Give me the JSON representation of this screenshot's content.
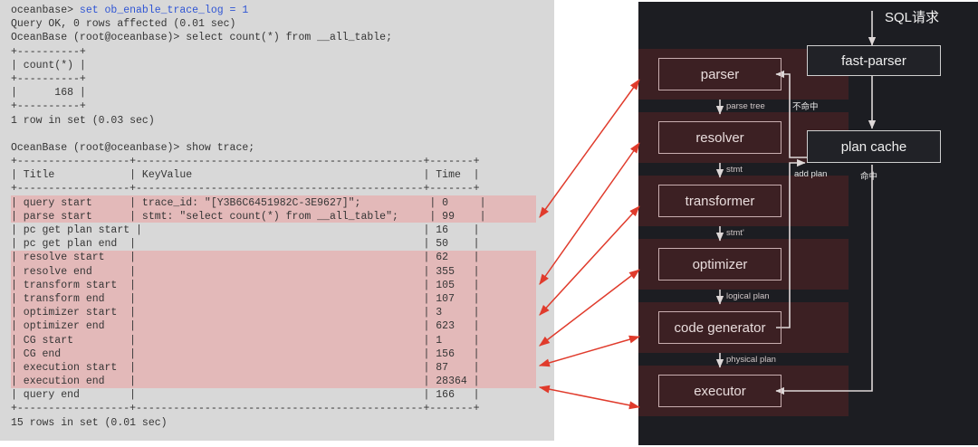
{
  "terminal": {
    "background_color": "#d8d8d8",
    "text_color": "#353535",
    "highlight_color": "#e3b9b9",
    "command_color": "#2f55d4",
    "lines": [
      {
        "pre": "oceanbase> ",
        "cmd": "set ob_enable_trace_log = 1"
      },
      {
        "pre": "Query OK, 0 rows affected (0.01 sec)",
        "cmd": ""
      },
      {
        "pre": "OceanBase (root@oceanbase)> select count(*) from __all_table;",
        "cmd": ""
      },
      {
        "pre": "+----------+",
        "cmd": ""
      },
      {
        "pre": "| count(*) |",
        "cmd": ""
      },
      {
        "pre": "+----------+",
        "cmd": ""
      },
      {
        "pre": "|      168 |",
        "cmd": ""
      },
      {
        "pre": "+----------+",
        "cmd": ""
      },
      {
        "pre": "1 row in set (0.03 sec)",
        "cmd": ""
      },
      {
        "pre": "",
        "cmd": ""
      },
      {
        "pre": "OceanBase (root@oceanbase)> show trace;",
        "cmd": ""
      },
      {
        "pre": "+------------------+----------------------------------------------+-------+",
        "cmd": ""
      },
      {
        "pre": "| Title            | KeyValue                                     | Time  |",
        "cmd": ""
      },
      {
        "pre": "+------------------+----------------------------------------------+-------+",
        "cmd": ""
      },
      {
        "pre": "| query start      | trace_id: \"[Y3B6C6451982C-3E9627]\";           | 0     |",
        "cmd": ""
      },
      {
        "pre": "| parse start      | stmt: \"select count(*) from __all_table\";     | 99    |",
        "cmd": ""
      },
      {
        "pre": "| pc get plan start |                                             | 16    |",
        "cmd": ""
      },
      {
        "pre": "| pc get plan end  |                                              | 50    |",
        "cmd": ""
      },
      {
        "pre": "| resolve start    |                                              | 62    |",
        "cmd": ""
      },
      {
        "pre": "| resolve end      |                                              | 355   |",
        "cmd": ""
      },
      {
        "pre": "| transform start  |                                              | 105   |",
        "cmd": ""
      },
      {
        "pre": "| transform end    |                                              | 107   |",
        "cmd": ""
      },
      {
        "pre": "| optimizer start  |                                              | 3     |",
        "cmd": ""
      },
      {
        "pre": "| optimizer end    |                                              | 623   |",
        "cmd": ""
      },
      {
        "pre": "| CG start         |                                              | 1     |",
        "cmd": ""
      },
      {
        "pre": "| CG end           |                                              | 156   |",
        "cmd": ""
      },
      {
        "pre": "| execution start  |                                              | 87    |",
        "cmd": ""
      },
      {
        "pre": "| execution end    |                                              | 28364 |",
        "cmd": ""
      },
      {
        "pre": "| query end        |                                              | 166   |",
        "cmd": ""
      },
      {
        "pre": "+------------------+----------------------------------------------+-------+",
        "cmd": ""
      },
      {
        "pre": "15 rows in set (0.01 sec)",
        "cmd": ""
      }
    ],
    "trace_table": {
      "columns": [
        "Title",
        "KeyValue",
        "Time"
      ],
      "rows": [
        {
          "title": "query start",
          "keyvalue": "trace_id: \"[Y3B6C6451982C-3E9627]\";",
          "time": "0",
          "highlighted": true
        },
        {
          "title": "parse start",
          "keyvalue": "stmt: \"select count(*) from __all_table\";",
          "time": "99",
          "highlighted": true
        },
        {
          "title": "pc get plan start",
          "keyvalue": "",
          "time": "16",
          "highlighted": false
        },
        {
          "title": "pc get plan end",
          "keyvalue": "",
          "time": "50",
          "highlighted": false
        },
        {
          "title": "resolve start",
          "keyvalue": "",
          "time": "62",
          "highlighted": true
        },
        {
          "title": "resolve end",
          "keyvalue": "",
          "time": "355",
          "highlighted": true
        },
        {
          "title": "transform start",
          "keyvalue": "",
          "time": "105",
          "highlighted": true
        },
        {
          "title": "transform end",
          "keyvalue": "",
          "time": "107",
          "highlighted": true
        },
        {
          "title": "optimizer start",
          "keyvalue": "",
          "time": "3",
          "highlighted": true
        },
        {
          "title": "optimizer end",
          "keyvalue": "",
          "time": "623",
          "highlighted": true
        },
        {
          "title": "CG start",
          "keyvalue": "",
          "time": "1",
          "highlighted": true
        },
        {
          "title": "CG end",
          "keyvalue": "",
          "time": "156",
          "highlighted": true
        },
        {
          "title": "execution start",
          "keyvalue": "",
          "time": "87",
          "highlighted": true
        },
        {
          "title": "execution end",
          "keyvalue": "",
          "time": "28364",
          "highlighted": true
        },
        {
          "title": "query end",
          "keyvalue": "",
          "time": "166",
          "highlighted": false
        }
      ]
    }
  },
  "diagram": {
    "background_color": "#1c1d22",
    "band_color": "#3c2023",
    "box_border_color": "#c9aeb0",
    "dark_box_bg": "#212227",
    "entry_label": "SQL请求",
    "stages": [
      {
        "id": "parser",
        "label": "parser"
      },
      {
        "id": "resolver",
        "label": "resolver"
      },
      {
        "id": "transformer",
        "label": "transformer"
      },
      {
        "id": "optimizer",
        "label": "optimizer"
      },
      {
        "id": "code-generator",
        "label": "code generator"
      },
      {
        "id": "executor",
        "label": "executor"
      }
    ],
    "right_boxes": [
      {
        "id": "fast-parser",
        "label": "fast-parser"
      },
      {
        "id": "plan-cache",
        "label": "plan cache"
      }
    ],
    "edge_labels": [
      {
        "id": "parse-tree",
        "label": "parse tree"
      },
      {
        "id": "stmt",
        "label": "stmt"
      },
      {
        "id": "stmt-prime",
        "label": "stmt'"
      },
      {
        "id": "logical-plan",
        "label": "logical plan"
      },
      {
        "id": "physical-plan",
        "label": "physical plan"
      },
      {
        "id": "miss",
        "label": "不命中"
      },
      {
        "id": "add-plan",
        "label": "add plan"
      },
      {
        "id": "hit",
        "label": "命中"
      }
    ]
  },
  "connectors": {
    "color": "#e03b2c",
    "count": 6,
    "description": "double-headed red arrows linking highlighted trace rows to pipeline stages"
  }
}
